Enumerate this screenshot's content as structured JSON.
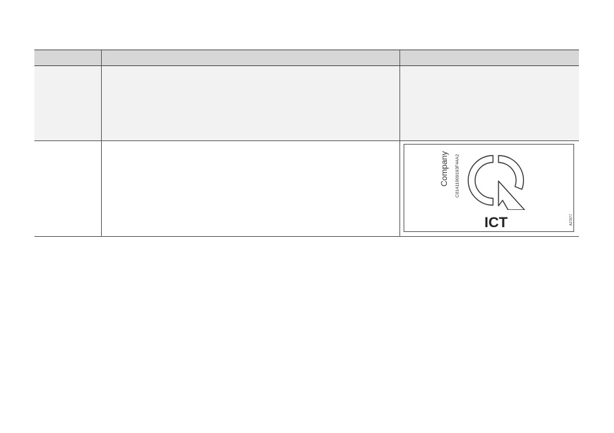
{
  "table": {
    "headers": [
      "",
      "",
      ""
    ],
    "rows": [
      {
        "cells": [
          "",
          "",
          ""
        ]
      },
      {
        "cells": [
          "",
          ""
        ]
      }
    ]
  },
  "label": {
    "company": "Company",
    "code": "C01411909193F44A2",
    "mark_text": "ICT",
    "reference": "A27877"
  },
  "icons": [
    "rcm-compliance-mark-icon"
  ],
  "colors": {
    "header_bg": "#d7d7d7",
    "shaded_row_bg": "#f2f2f2",
    "rule": "#555555"
  }
}
